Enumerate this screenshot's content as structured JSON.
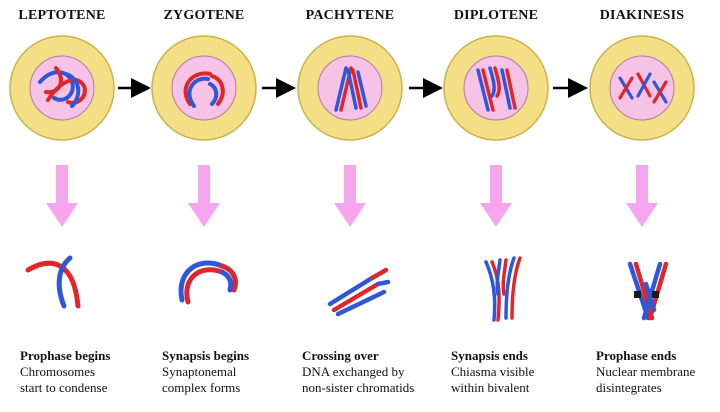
{
  "stages": [
    {
      "name": "LEPTOTENE",
      "caption_title": "Prophase begins",
      "caption_lines": [
        "Chromosomes",
        "start to condense"
      ]
    },
    {
      "name": "ZYGOTENE",
      "caption_title": "Synapsis begins",
      "caption_lines": [
        "Synaptonemal",
        "complex forms"
      ]
    },
    {
      "name": "PACHYTENE",
      "caption_title": "Crossing over",
      "caption_lines": [
        "DNA exchanged by",
        "non-sister chromatids"
      ]
    },
    {
      "name": "DIPLOTENE",
      "caption_title": "Synapsis ends",
      "caption_lines": [
        "Chiasma visible",
        "within bivalent"
      ]
    },
    {
      "name": "DIAKINESIS",
      "caption_title": "Prophase ends",
      "caption_lines": [
        "Nuclear membrane",
        "disintegrates"
      ]
    }
  ],
  "colors": {
    "cell_outer": "#f4df86",
    "cell_ring": "#5a4b1f",
    "nucleus": "#f6c2e6",
    "chromosome_red": "#e0262a",
    "chromosome_blue": "#2e57d9",
    "down_arrow": "#f6a6ef",
    "text": "#111111"
  }
}
